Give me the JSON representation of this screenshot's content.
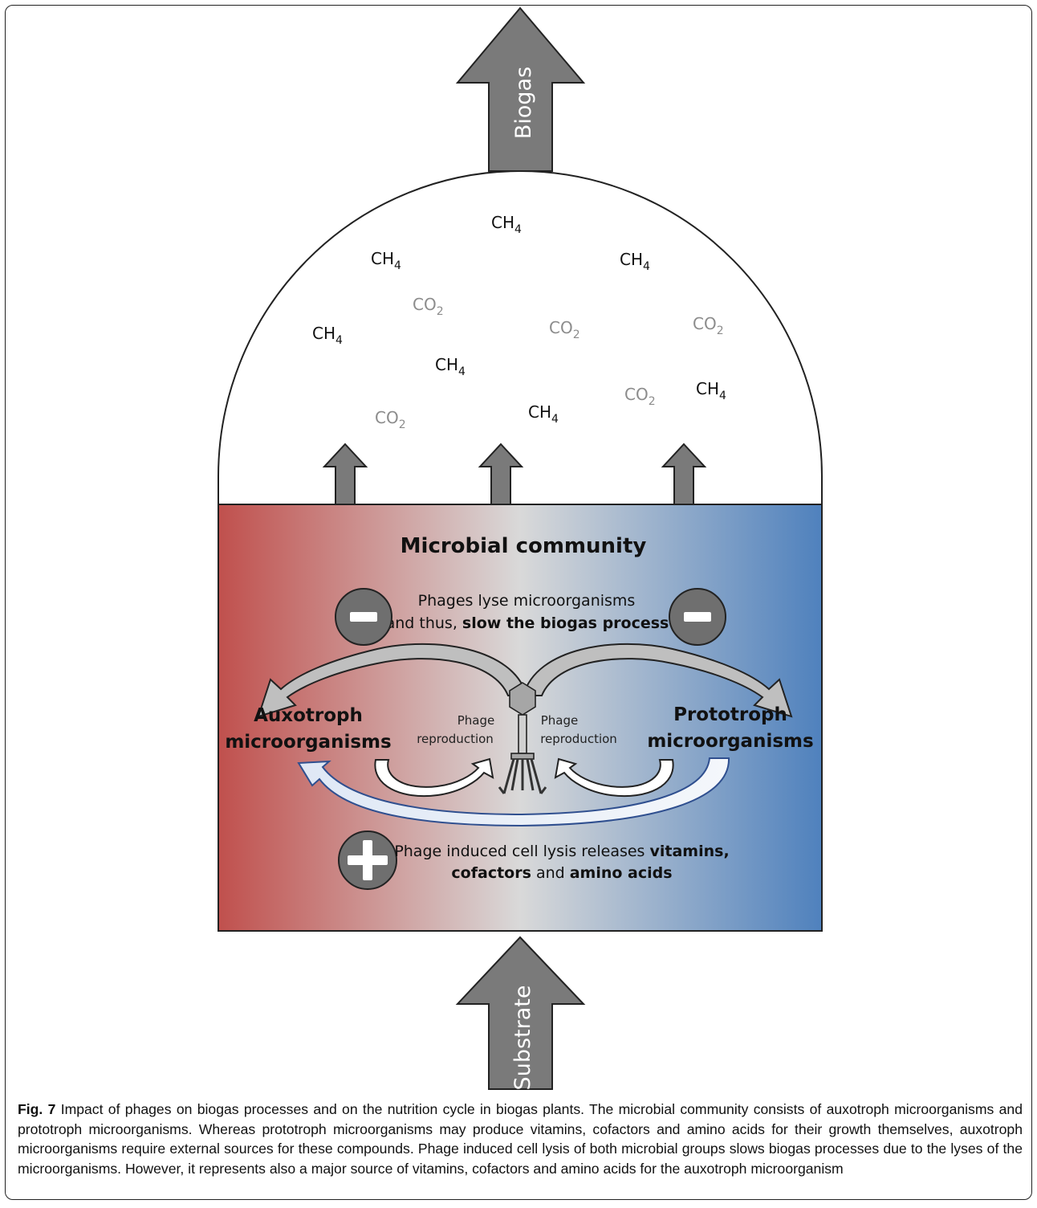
{
  "figure": {
    "arrows": {
      "top_label": "Biogas",
      "bottom_label": "Substrate",
      "color": "#7a7a7a"
    },
    "dome_gases": [
      {
        "base": "CH",
        "sub": "4",
        "kind": "methane"
      },
      {
        "base": "CH",
        "sub": "4",
        "kind": "methane"
      },
      {
        "base": "CH",
        "sub": "4",
        "kind": "methane"
      },
      {
        "base": "CO",
        "sub": "2",
        "kind": "carbon-dioxide"
      },
      {
        "base": "CO",
        "sub": "2",
        "kind": "carbon-dioxide"
      },
      {
        "base": "CO",
        "sub": "2",
        "kind": "carbon-dioxide"
      },
      {
        "base": "CH",
        "sub": "4",
        "kind": "methane"
      },
      {
        "base": "CH",
        "sub": "4",
        "kind": "methane"
      },
      {
        "base": "CO",
        "sub": "2",
        "kind": "carbon-dioxide"
      },
      {
        "base": "CH",
        "sub": "4",
        "kind": "methane"
      },
      {
        "base": "CO",
        "sub": "2",
        "kind": "carbon-dioxide"
      },
      {
        "base": "CH",
        "sub": "4",
        "kind": "methane"
      }
    ],
    "community": {
      "title": "Microbial community",
      "lysis_line1": "Phages lyse microorganisms",
      "lysis_line2_plain": "and thus, ",
      "lysis_line2_bold": "slow the biogas process",
      "auxotroph_line1": "Auxotroph",
      "auxotroph_line2": "microorganisms",
      "prototroph_line1": "Prototroph",
      "prototroph_line2": "microorganisms",
      "reproduction_left_1": "Phage",
      "reproduction_left_2": "reproduction",
      "reproduction_right_1": "Phage",
      "reproduction_right_2": "reproduction",
      "release_line1_plain": "Phage induced cell lysis releases ",
      "release_line1_bold": "vitamins,",
      "release_line2_bold_a": "cofactors",
      "release_line2_plain": " and ",
      "release_line2_bold_b": "amino acids",
      "minus_symbol": "−",
      "plus_symbol": "+",
      "gradient_left": "#c0504d",
      "gradient_middle": "#d9d9d9",
      "gradient_right": "#4f81bd"
    }
  },
  "caption": {
    "label": "Fig. 7",
    "text": " Impact of phages on biogas processes and on the nutrition cycle in biogas plants. The microbial community consists of auxotroph microorganisms and prototroph microorganisms. Whereas prototroph microorganisms may produce vitamins, cofactors and amino acids for their growth themselves, auxotroph microorganisms require external sources for these compounds. Phage induced cell lysis of both microbial groups slows biogas processes due to the lyses of the microorganisms. However, it represents also a major source of vitamins, cofactors and amino acids for the auxotroph microorganism"
  }
}
